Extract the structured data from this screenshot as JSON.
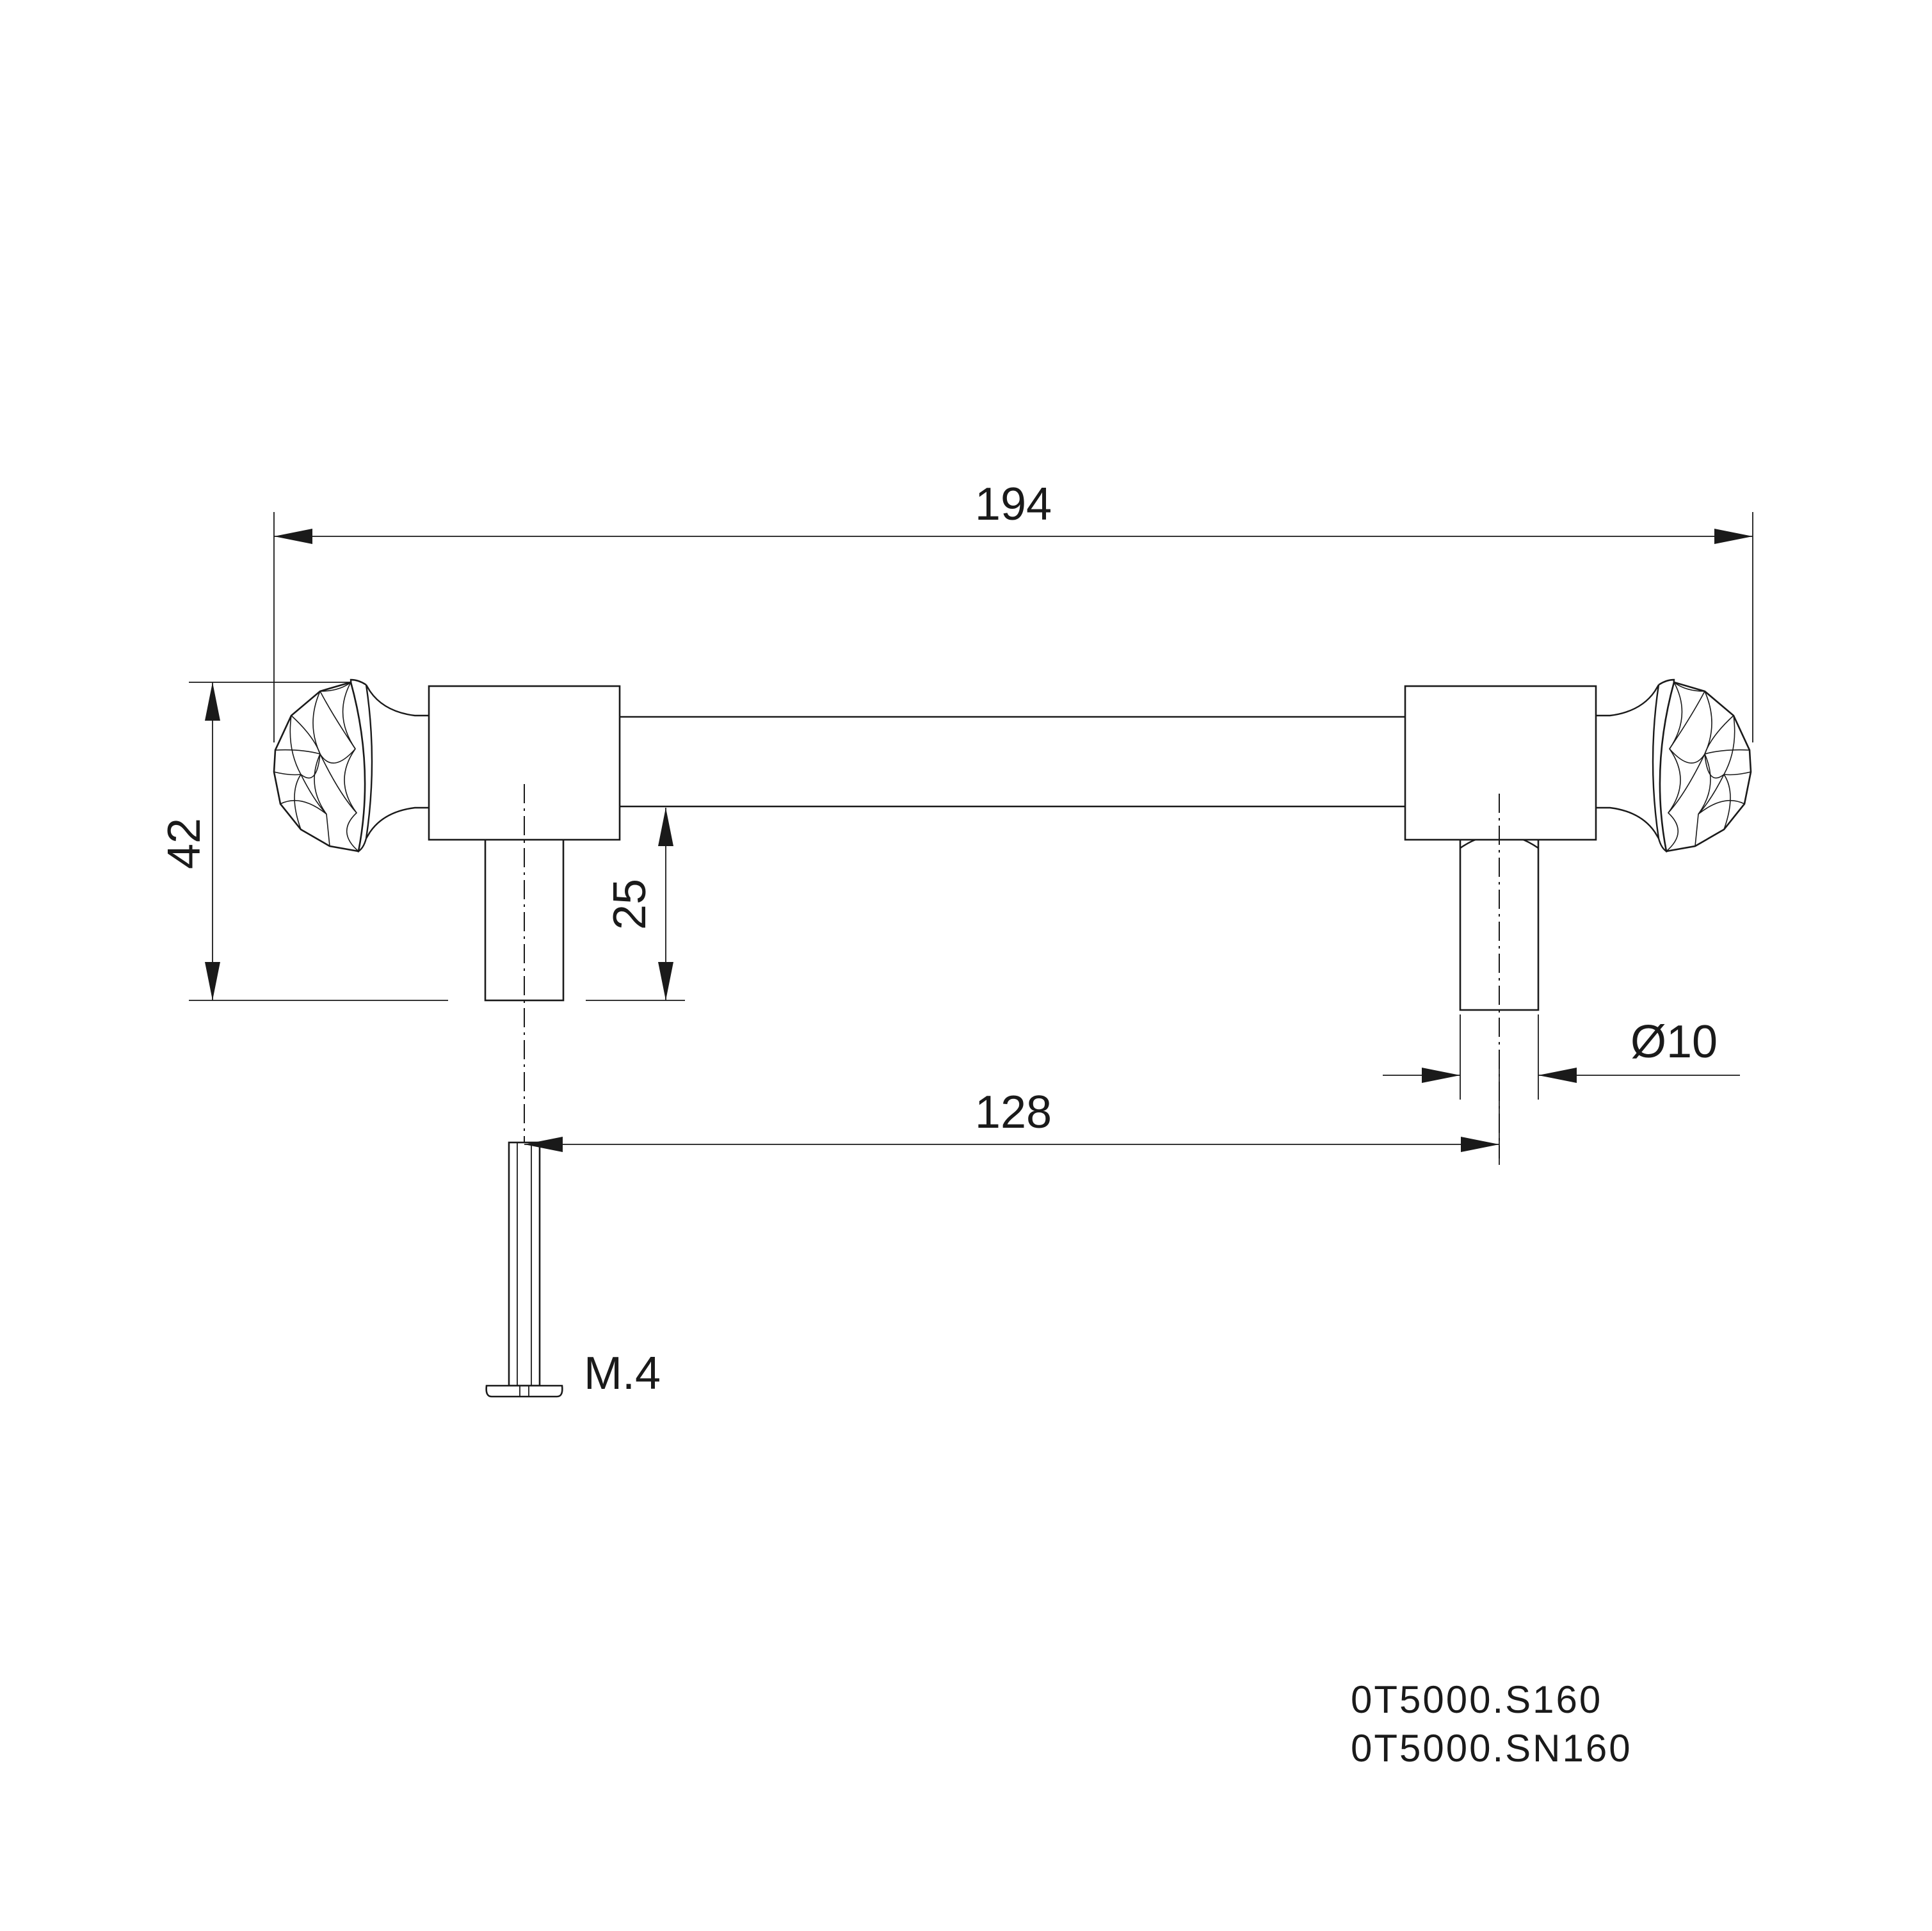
{
  "dimensions": {
    "overall_length": "194",
    "height": "42",
    "foot_height": "25",
    "diameter": "Ø10",
    "hole_spacing": "128",
    "screw": "M.4"
  },
  "product_codes": [
    "0T5000.S160",
    "0T5000.SN160"
  ],
  "colors": {
    "line": "#1a1a1a",
    "background": "#ffffff"
  }
}
